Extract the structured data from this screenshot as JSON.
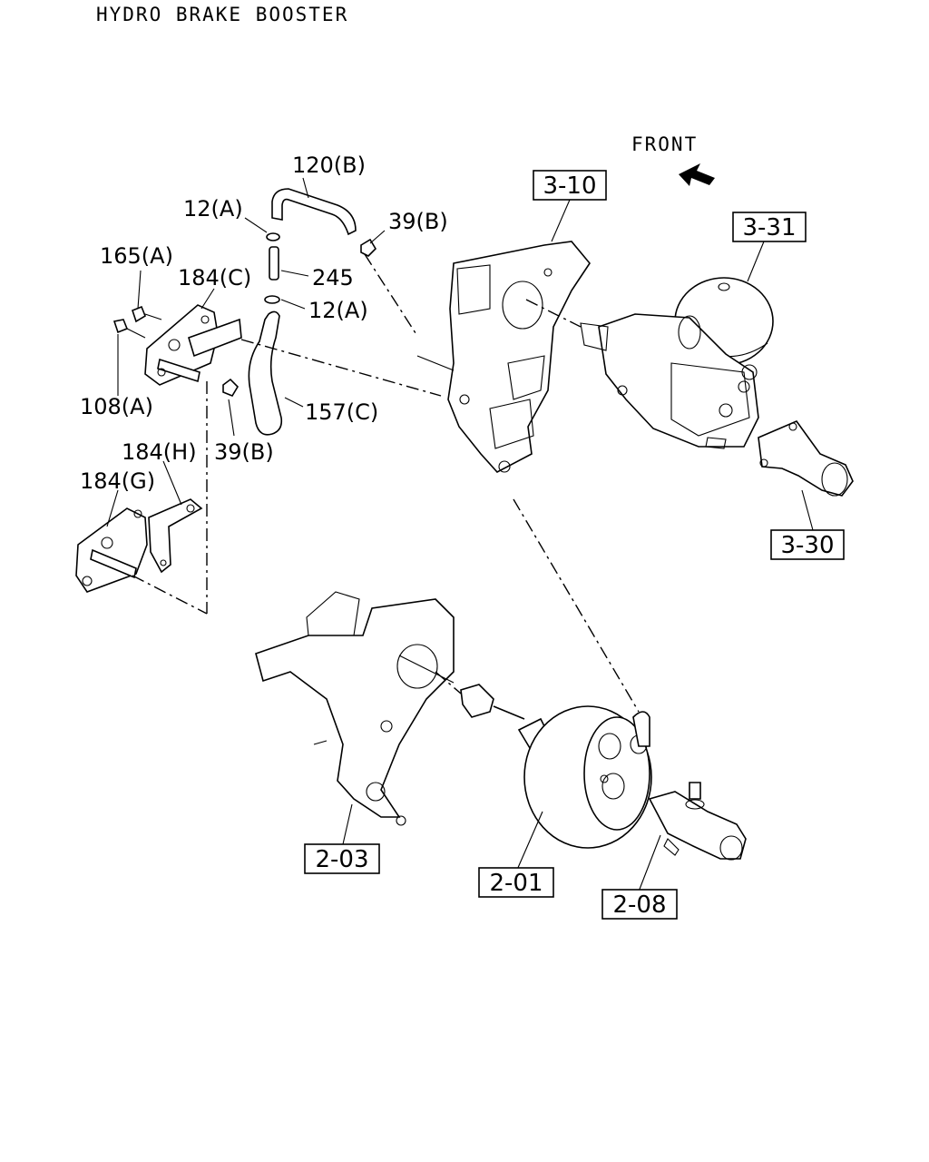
{
  "title": "HYDRO BRAKE BOOSTER",
  "front_label": "FRONT",
  "callouts": {
    "c120b": "120(B)",
    "c12a_top": "12(A)",
    "c39b_top": "39(B)",
    "c165a": "165(A)",
    "c184c": "184(C)",
    "c245": "245",
    "c12a_mid": "12(A)",
    "c108a": "108(A)",
    "c157c": "157(C)",
    "c184h": "184(H)",
    "c39b_bot": "39(B)",
    "c184g": "184(G)"
  },
  "ref_boxes": {
    "r310": "3-10",
    "r331": "3-31",
    "r330": "3-30",
    "r203": "2-03",
    "r201": "2-01",
    "r208": "2-08"
  }
}
